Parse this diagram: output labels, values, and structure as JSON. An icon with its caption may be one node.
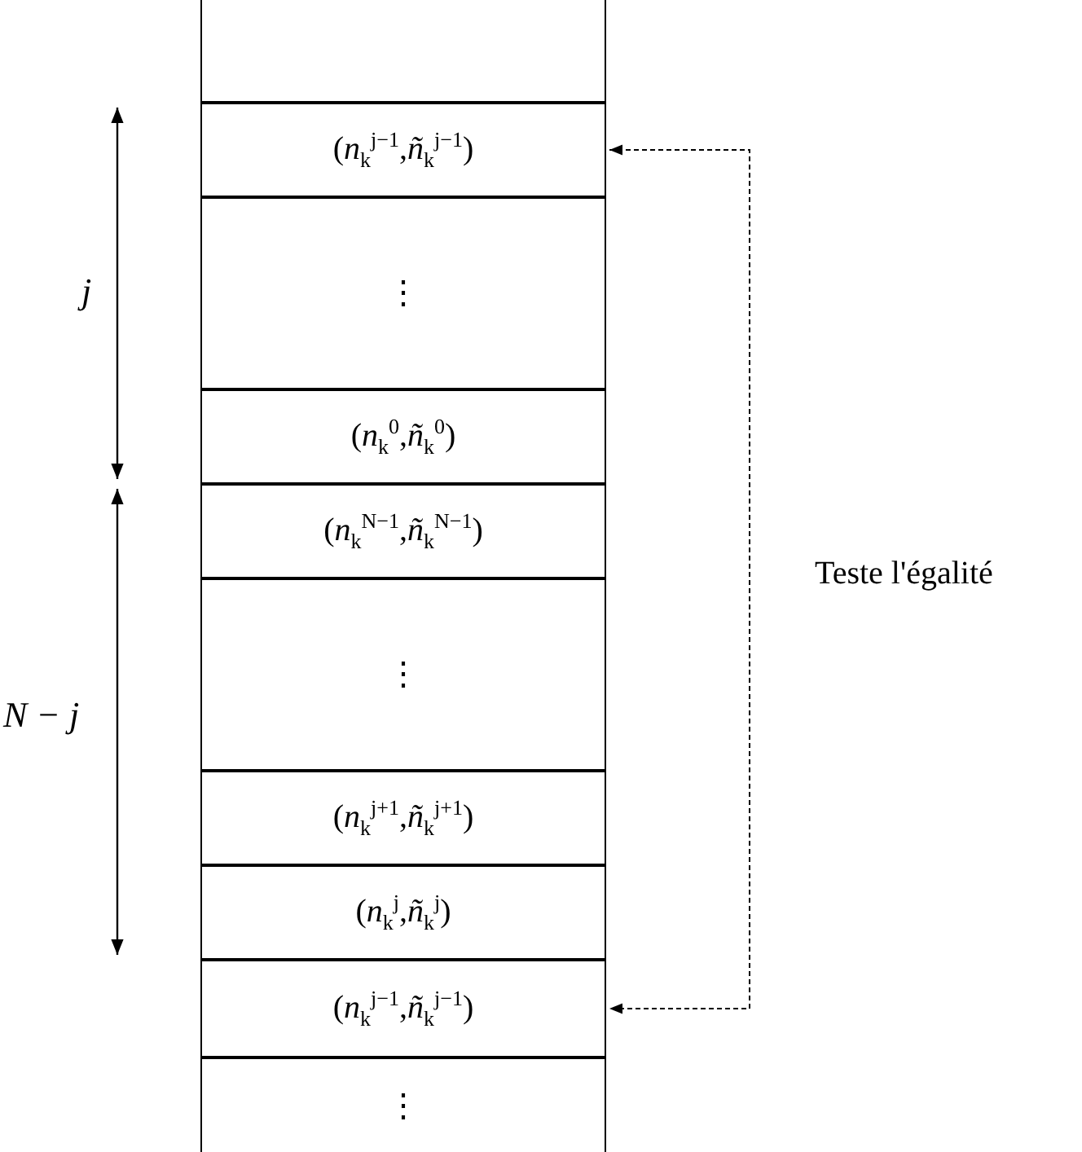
{
  "diagram": {
    "nodes": [
      {
        "text": [],
        "shape": "box"
      },
      {
        "text": [
          "(*n*$_{k}$$^{j−1}$,*ñ*$_{k}$$^{j−1}$)"
        ]
      },
      {
        "text": [
          "⋮"
        ]
      },
      {
        "text": [
          "(*n*$_{k}$$^{0}$,*ñ*$_{k}$$^{0}$)"
        ]
      },
      {
        "text": [
          "(*n*$_{k}$$^{N−1}$,*ñ*$_{k}$$^{N−1}$)"
        ]
      },
      {
        "text": [
          "⋮"
        ]
      },
      {
        "text": [
          "(*n*$_{k}$$^{j+1}$,*ñ*$_{k}$$^{j+1}$)"
        ]
      },
      {
        "text": [
          "(*n*$_{k}$$^{j}$,*ñ*$_{k}$$^{j}$)"
        ]
      },
      {
        "text": [
          "(*n*$_{k}$$^{j−1}$,*ñ*$_{k}$$^{j−1}$)"
        ]
      },
      {
        "text": [
          "⋮"
        ]
      }
    ],
    "edges": [
      {
        "from": 1,
        "to": 8,
        "arrow": "both",
        "style": "dashed",
        "label": "Teste l'égalité"
      }
    ],
    "labels": [
      "j",
      "N − j"
    ]
  }
}
